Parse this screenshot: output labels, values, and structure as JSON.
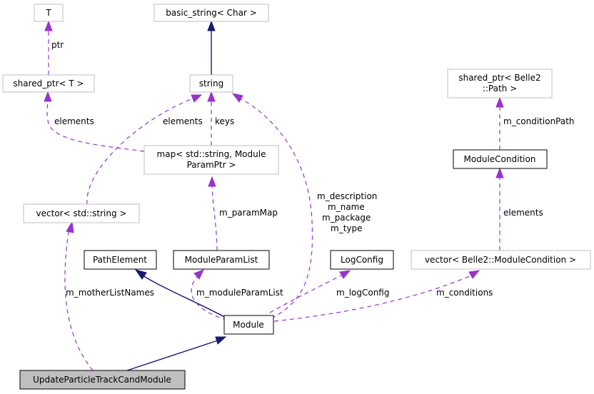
{
  "nodes": {
    "t": "T",
    "shared_ptr_t": "shared_ptr< T >",
    "basic_string": "basic_string< Char >",
    "string": "string",
    "shared_ptr_path_1": "shared_ptr< Belle2",
    "shared_ptr_path_2": "::Path >",
    "module_condition": "ModuleCondition",
    "map_1": "map< std::string, Module",
    "map_2": "ParamPtr >",
    "vector_string": "vector< std::string >",
    "path_element": "PathElement",
    "module_param_list": "ModuleParamList",
    "log_config": "LogConfig",
    "vector_module_condition": "vector< Belle2::ModuleCondition >",
    "module": "Module",
    "update_module": "UpdateParticleTrackCandModule"
  },
  "edges": {
    "ptr": "ptr",
    "elements_shared": "elements",
    "elements_string": "elements",
    "keys": "keys",
    "m_condition_path": "m_conditionPath",
    "m_description": "m_description",
    "m_name": "m_name",
    "m_package": "m_package",
    "m_type": "m_type",
    "m_param_map": "m_paramMap",
    "elements_condition": "elements",
    "m_mother_list_names": "m_motherListNames",
    "m_module_param_list": "m_moduleParamList",
    "m_log_config": "m_logConfig",
    "m_conditions": "m_conditions"
  },
  "colors": {
    "inheritance": "#191970",
    "usage": "#9a32cd",
    "focus_fill": "#bfbfbf"
  }
}
